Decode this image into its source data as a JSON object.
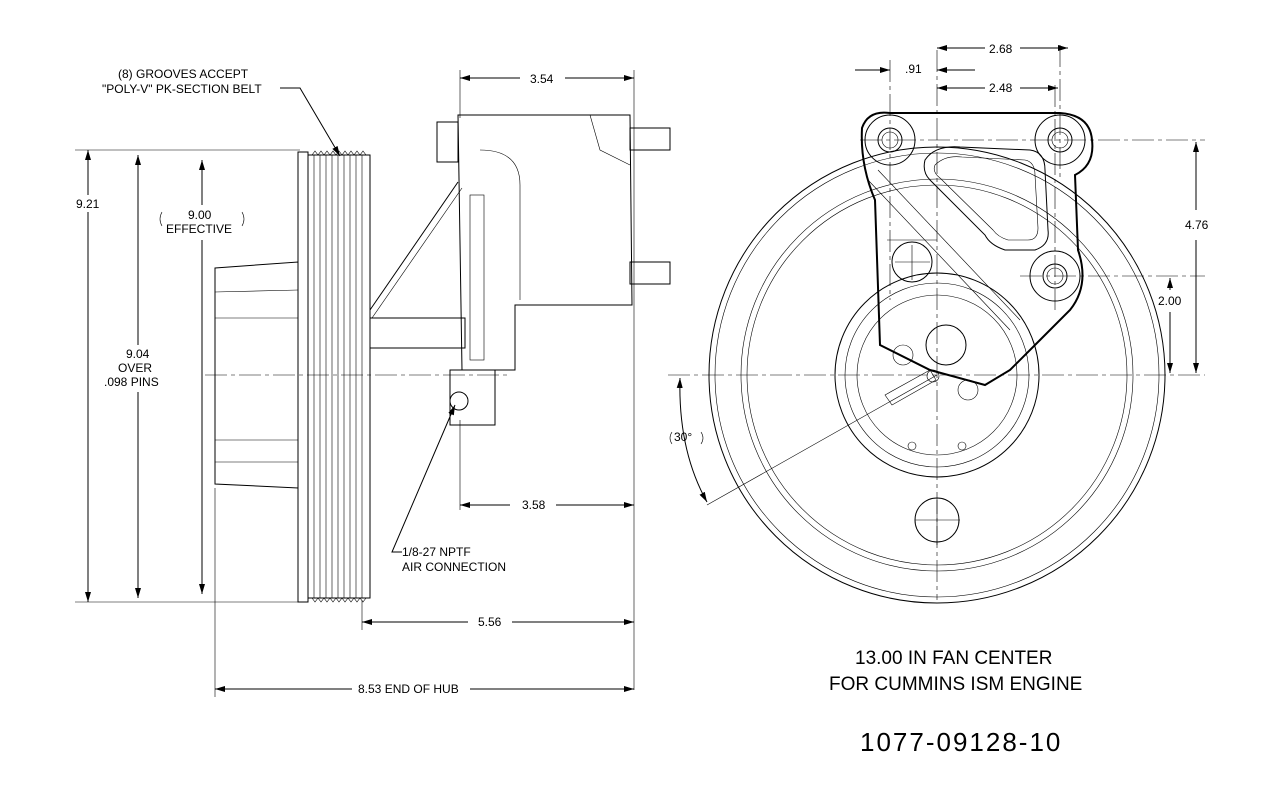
{
  "side_view": {
    "grooves_note": [
      "(8) GROOVES ACCEPT",
      "\"POLY-V\" PK-SECTION BELT"
    ],
    "dim_9_21": "9.21",
    "dim_9_00": [
      "9.00",
      "EFFECTIVE"
    ],
    "dim_9_04": [
      "9.04",
      "OVER",
      ".098 PINS"
    ],
    "dim_3_54": "3.54",
    "dim_3_58": "3.58",
    "dim_5_56": "5.56",
    "dim_8_53": "8.53 END OF HUB",
    "air_note": [
      "1/8-27 NPTF",
      "AIR CONNECTION"
    ]
  },
  "front_view": {
    "dim_2_68": "2.68",
    "dim_0_91": ".91",
    "dim_2_48": "2.48",
    "dim_4_76": "4.76",
    "dim_2_00": "2.00",
    "angle": "30°"
  },
  "title_block": {
    "line1": "13.00 IN FAN CENTER",
    "line2": "FOR CUMMINS ISM ENGINE",
    "part_number": "1077-09128-10"
  }
}
